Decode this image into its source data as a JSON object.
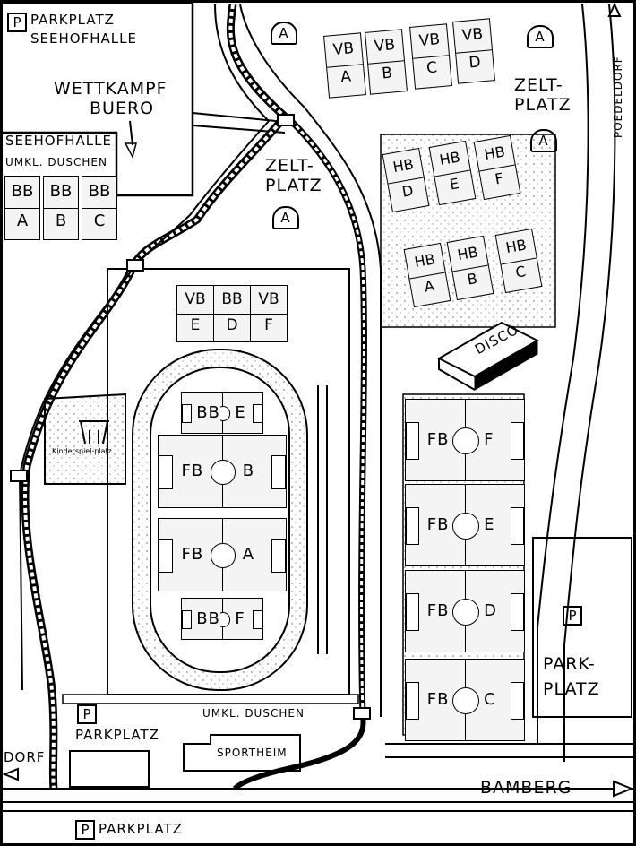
{
  "labels": {
    "parkplatz_seehofhalle_1": "PARKPLATZ",
    "parkplatz_seehofhalle_2": "SEEHOFHALLE",
    "wettkampf_1": "WETTKAMPF",
    "wettkampf_2": "BUERO",
    "seehofhalle": "SEEHOFHALLE",
    "umkl_duschen_top": "UMKL. DUSCHEN",
    "zeltplatz_center_1": "ZELT-",
    "zeltplatz_center_2": "PLATZ",
    "zeltplatz_right_1": "ZELT-",
    "zeltplatz_right_2": "PLATZ",
    "poedeldorf": "POEDELDORF",
    "disco": "DISCO",
    "kinderspielplatz": "Kinderspiel-platz",
    "park_platz_right_1": "PARK-",
    "park_platz_right_2": "PLATZ",
    "parkplatz_bottom": "PARKPLATZ",
    "umkl_duschen_bottom": "UMKL. DUSCHEN",
    "sportheim": "SPORTHEIM",
    "dorf": "DORF",
    "bamberg": "BAMBERG",
    "parkplatz_bottom2": "PARKPLATZ",
    "p": "P",
    "tent": "A"
  },
  "bb_hall": [
    {
      "code": "BB",
      "letter": "A"
    },
    {
      "code": "BB",
      "letter": "B"
    },
    {
      "code": "BB",
      "letter": "C"
    }
  ],
  "vb_top": [
    {
      "code": "VB",
      "letter": "A"
    },
    {
      "code": "VB",
      "letter": "B"
    },
    {
      "code": "VB",
      "letter": "C"
    },
    {
      "code": "VB",
      "letter": "D"
    }
  ],
  "hb_top": [
    {
      "code": "HB",
      "letter": "D"
    },
    {
      "code": "HB",
      "letter": "E"
    },
    {
      "code": "HB",
      "letter": "F"
    }
  ],
  "hb_bottom": [
    {
      "code": "HB",
      "letter": "A"
    },
    {
      "code": "HB",
      "letter": "B"
    },
    {
      "code": "HB",
      "letter": "C"
    }
  ],
  "vb_center": [
    {
      "code": "VB",
      "letter": "E"
    },
    {
      "code": "BB",
      "letter": "D"
    },
    {
      "code": "VB",
      "letter": "F"
    }
  ],
  "stadium": [
    {
      "code": "BB",
      "letter": "E"
    },
    {
      "code": "FB",
      "letter": "B"
    },
    {
      "code": "FB",
      "letter": "A"
    },
    {
      "code": "BB",
      "letter": "F"
    }
  ],
  "fields_right": [
    {
      "code": "FB",
      "letter": "F"
    },
    {
      "code": "FB",
      "letter": "E"
    },
    {
      "code": "FB",
      "letter": "D"
    },
    {
      "code": "FB",
      "letter": "C"
    }
  ]
}
